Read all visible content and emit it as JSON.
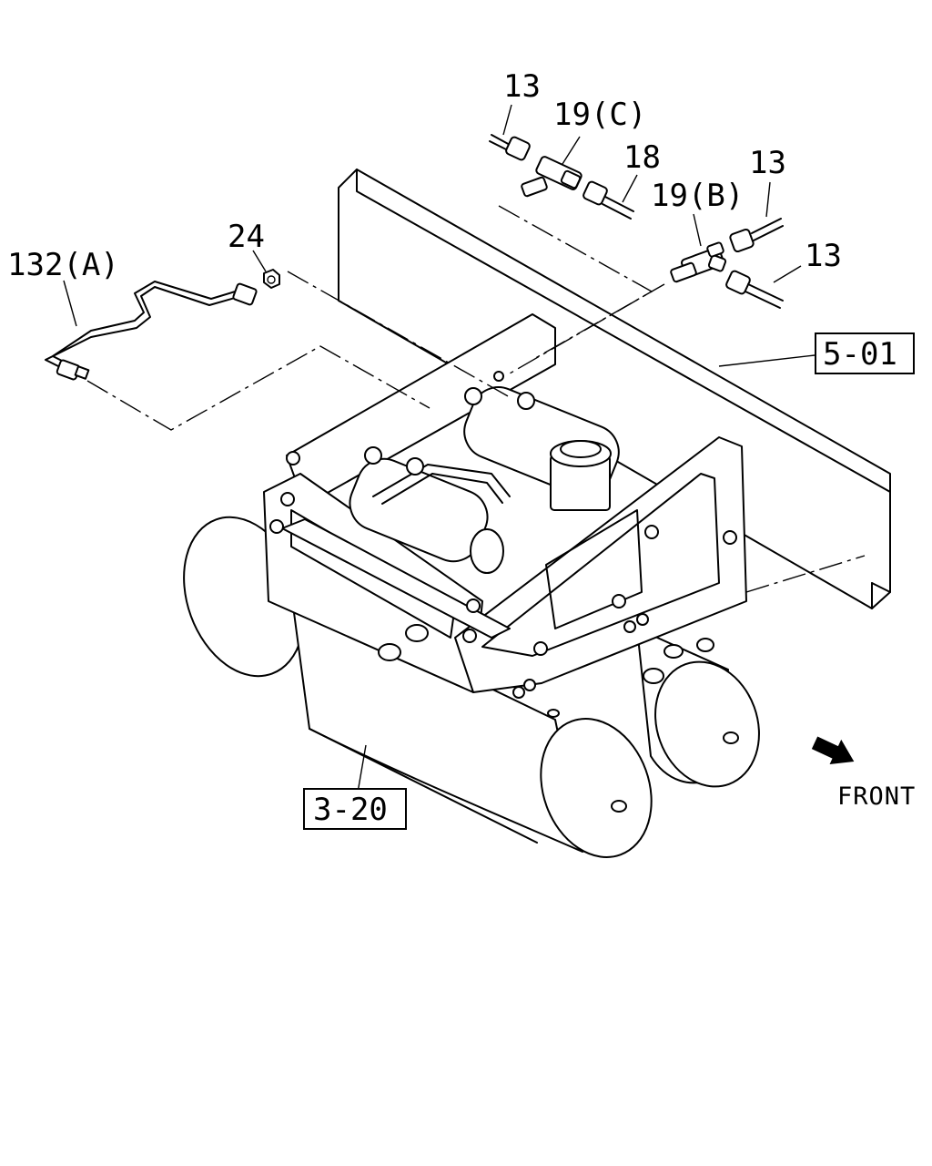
{
  "callouts": {
    "c13a": "13",
    "c19c": "19(C)",
    "c18": "18",
    "c13b": "13",
    "c19b": "19(B)",
    "c13c": "13",
    "c24": "24",
    "c132a": "132(A)"
  },
  "references": {
    "r501": "5-01",
    "r320": "3-20"
  },
  "direction": {
    "front_label": "FRONT"
  }
}
